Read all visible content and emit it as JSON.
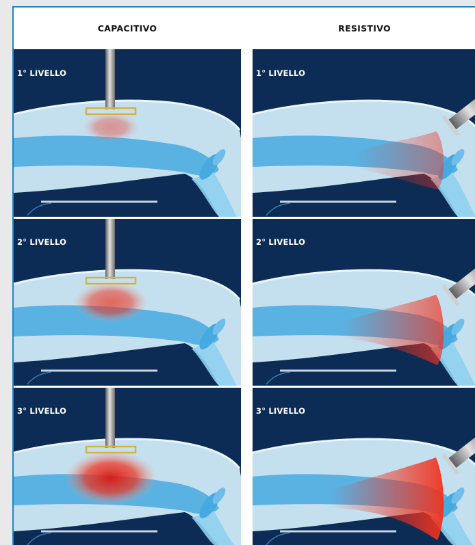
{
  "header": {
    "capacitive_label": "CAPACITIVO",
    "resistive_label": "RESISTIVO"
  },
  "rows": [
    {
      "level_label": "1° LIVELLO",
      "intensity": 1
    },
    {
      "level_label": "2° LIVELLO",
      "intensity": 2
    },
    {
      "level_label": "3° LIVELLO",
      "intensity": 3
    }
  ],
  "colors": {
    "background": "#0d2c55",
    "tissue": "#cfeaf8",
    "muscle": "#46a9df",
    "heat": "#f0321e",
    "electrode": "#d7b23f",
    "probe": "#a9a9a9",
    "border": "#1d86c4"
  }
}
